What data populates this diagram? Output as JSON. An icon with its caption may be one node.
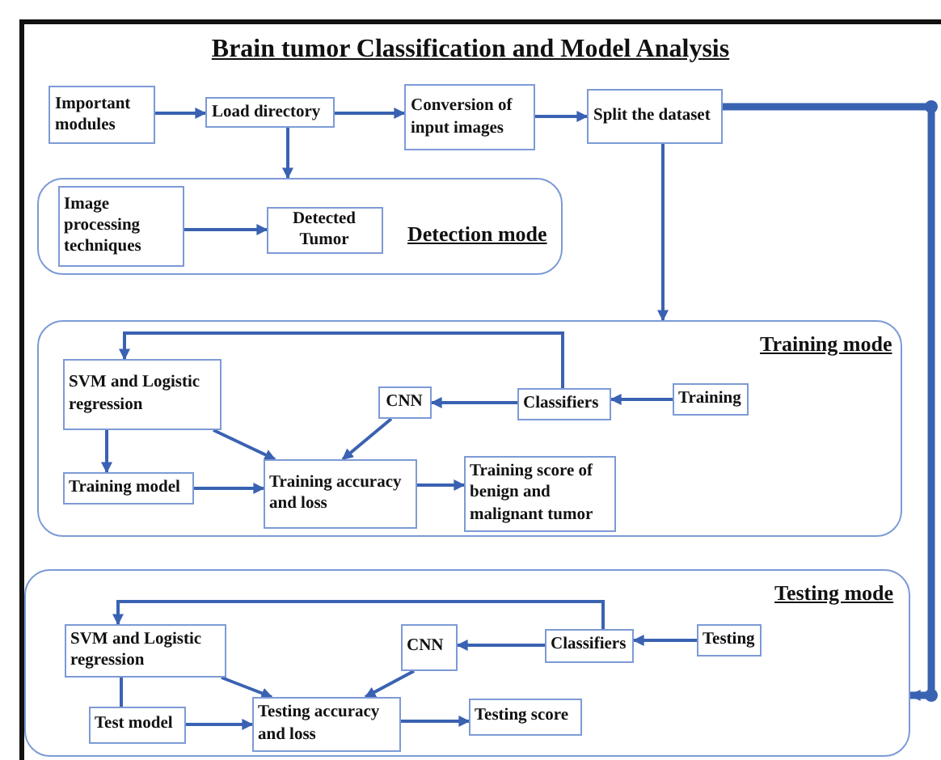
{
  "diagram": {
    "title": "Brain tumor Classification and Model Analysis",
    "nodes": [
      {
        "text": [
          "Important modules"
        ]
      },
      {
        "text": [
          "Load directory"
        ]
      },
      {
        "text": [
          "Conversion of input images"
        ]
      },
      {
        "text": [
          "Split the dataset"
        ]
      },
      {
        "text": [
          "Detection mode"
        ]
      },
      {
        "text": [
          "Image processing techniques"
        ],
        "in": 4
      },
      {
        "text": [
          "Detected Tumor"
        ],
        "in": 4
      },
      {
        "text": [
          "Training mode"
        ]
      },
      {
        "text": [
          "SVM and Logistic regression"
        ],
        "in": 7
      },
      {
        "text": [
          "CNN"
        ],
        "in": 7
      },
      {
        "text": [
          "Classifiers"
        ],
        "in": 7
      },
      {
        "text": [
          "Training"
        ],
        "in": 7
      },
      {
        "text": [
          "Training model"
        ],
        "in": 7
      },
      {
        "text": [
          "Training accuracy and loss"
        ],
        "in": 7
      },
      {
        "text": [
          "Training score of benign and malignant tumor"
        ],
        "in": 7
      },
      {
        "text": [
          "Testing mode"
        ]
      },
      {
        "text": [
          "SVM and Logistic regression"
        ],
        "in": 15
      },
      {
        "text": [
          "CNN"
        ],
        "in": 15
      },
      {
        "text": [
          "Classifiers"
        ],
        "in": 15
      },
      {
        "text": [
          "Testing"
        ],
        "in": 15
      },
      {
        "text": [
          "Test model"
        ],
        "in": 15
      },
      {
        "text": [
          "Testing accuracy and loss"
        ],
        "in": 15
      },
      {
        "text": [
          "Testing score"
        ],
        "in": 15
      }
    ],
    "edges": [
      {
        "from": 0,
        "to": 1,
        "arrow": "to"
      },
      {
        "from": 1,
        "to": 2,
        "arrow": "to"
      },
      {
        "from": 2,
        "to": 3,
        "arrow": "to"
      },
      {
        "from": 1,
        "to": 4,
        "arrow": "to"
      },
      {
        "from": 5,
        "to": 6,
        "arrow": "to"
      },
      {
        "from": 3,
        "to": 7,
        "arrow": "to"
      },
      {
        "from": 3,
        "to": 15,
        "arrow": "to",
        "style": "thick"
      },
      {
        "from": 11,
        "to": 10,
        "arrow": "to"
      },
      {
        "from": 10,
        "to": 9,
        "arrow": "to"
      },
      {
        "from": 10,
        "to": 8,
        "arrow": "to"
      },
      {
        "from": 8,
        "to": 13,
        "arrow": "to"
      },
      {
        "from": 9,
        "to": 13,
        "arrow": "to"
      },
      {
        "from": 8,
        "to": 12,
        "arrow": "to"
      },
      {
        "from": 12,
        "to": 13,
        "arrow": "to"
      },
      {
        "from": 13,
        "to": 14,
        "arrow": "to"
      },
      {
        "from": 19,
        "to": 18,
        "arrow": "to"
      },
      {
        "from": 18,
        "to": 17,
        "arrow": "to"
      },
      {
        "from": 18,
        "to": 16,
        "arrow": "to"
      },
      {
        "from": 16,
        "to": 21,
        "arrow": "to"
      },
      {
        "from": 17,
        "to": 21,
        "arrow": "to"
      },
      {
        "from": 16,
        "to": 20,
        "arrow": "none"
      },
      {
        "from": 20,
        "to": 21,
        "arrow": "to"
      },
      {
        "from": 21,
        "to": 22,
        "arrow": "to"
      }
    ]
  }
}
